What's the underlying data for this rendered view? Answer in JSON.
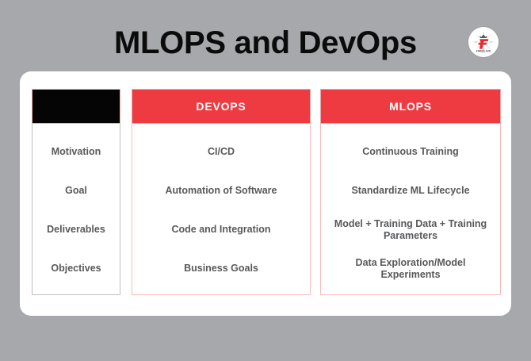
{
  "slide": {
    "title": "MLOPS and DevOps",
    "background_color": "#a6a8ab",
    "card_color": "#ffffff"
  },
  "logo": {
    "name": "fireblaze-crown-f-logo",
    "shape": "circular-badge",
    "mark_color": "#e8272f",
    "accent_color": "#58595b"
  },
  "table": {
    "columns": [
      {
        "header": "",
        "header_style": "dark"
      },
      {
        "header": "DEVOPS",
        "header_style": "accent"
      },
      {
        "header": "MLOPS",
        "header_style": "accent"
      }
    ],
    "header_colors": {
      "dark": "#050505",
      "accent": "#ee3b42",
      "text": "#ffffff"
    },
    "body_text_color": "#58595b",
    "rows": [
      {
        "aspect": "Motivation",
        "devops": "CI/CD",
        "mlops": "Continuous Training"
      },
      {
        "aspect": "Goal",
        "devops": "Automation of Software",
        "mlops": "Standardize ML Lifecycle"
      },
      {
        "aspect": "Deliverables",
        "devops": "Code and Integration",
        "mlops": "Model + Training Data + Training Parameters"
      },
      {
        "aspect": "Objectives",
        "devops": "Business Goals",
        "mlops": "Data Exploration/Model Experiments"
      }
    ]
  }
}
